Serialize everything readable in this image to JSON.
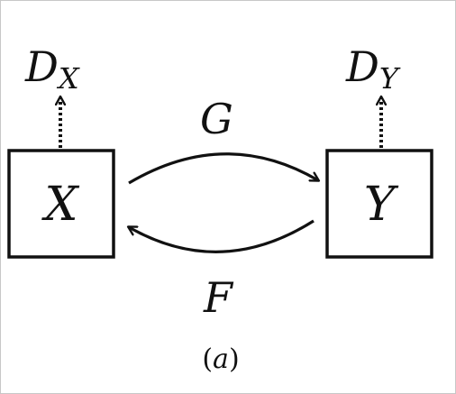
{
  "diagram": {
    "domain_x": {
      "main": "D",
      "sub": "X"
    },
    "domain_y": {
      "main": "D",
      "sub": "Y"
    },
    "node_x": "X",
    "node_y": "Y",
    "map_g": "G",
    "map_f": "F",
    "caption": {
      "open": "(",
      "letter": "a",
      "close": ")"
    }
  }
}
